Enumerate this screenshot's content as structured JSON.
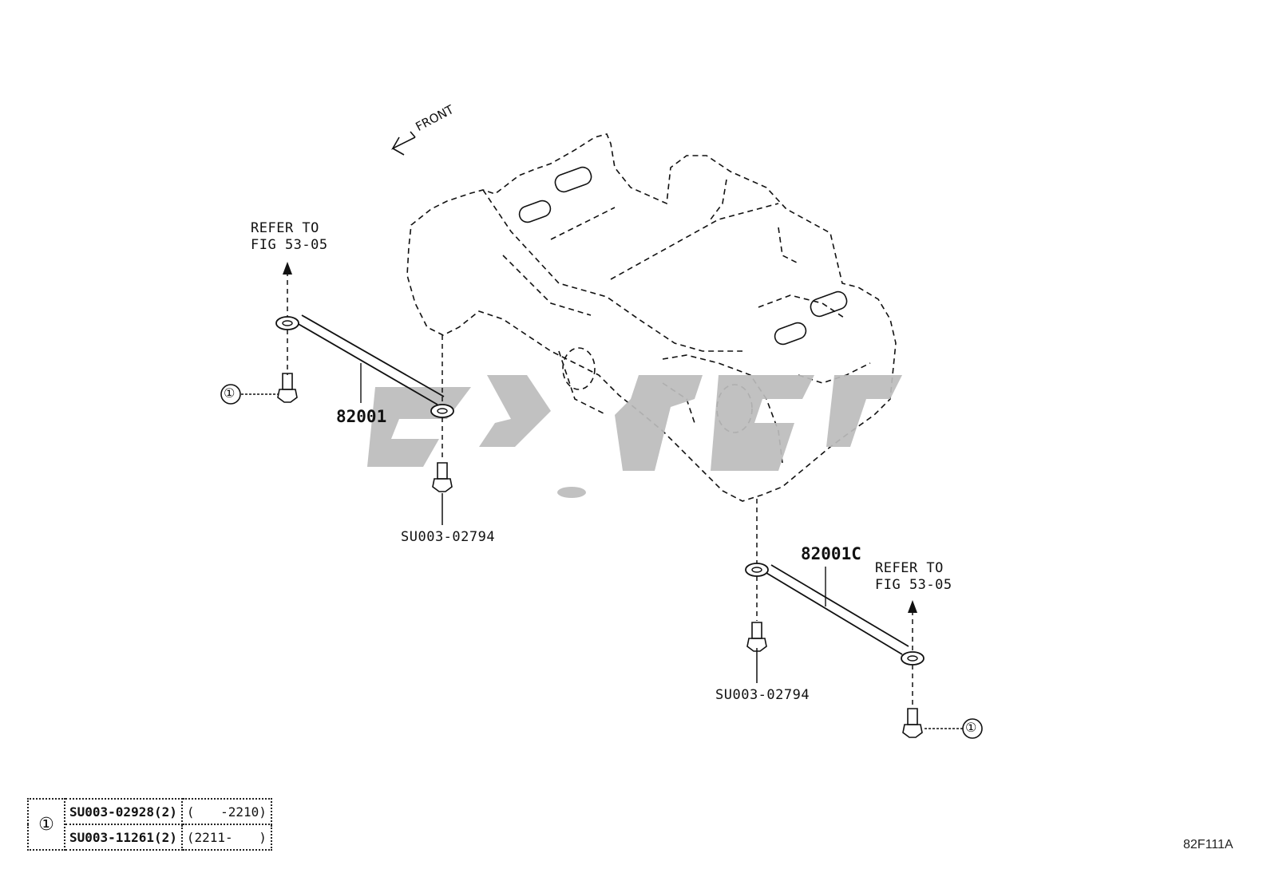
{
  "front_label": "FRONT",
  "callouts": {
    "refer_left": [
      "REFER TO",
      "FIG 53-05"
    ],
    "refer_right": [
      "REFER TO",
      "FIG 53-05"
    ],
    "part_rod_left": "82001",
    "part_rod_right": "82001C",
    "bolt_left": "SU003-02794",
    "bolt_right": "SU003-02794",
    "circle_ref": "①"
  },
  "key_table": {
    "ref": "①",
    "rows": [
      {
        "part": "SU003-02928(2)",
        "range_open": "(",
        "range_value": "-2210)"
      },
      {
        "part": "SU003-11261(2)",
        "range_open": "(2211-",
        "range_value": ")"
      }
    ]
  },
  "figure_code": "82F111A",
  "colors": {
    "line": "#111111",
    "watermark": "#bcbcbc"
  }
}
